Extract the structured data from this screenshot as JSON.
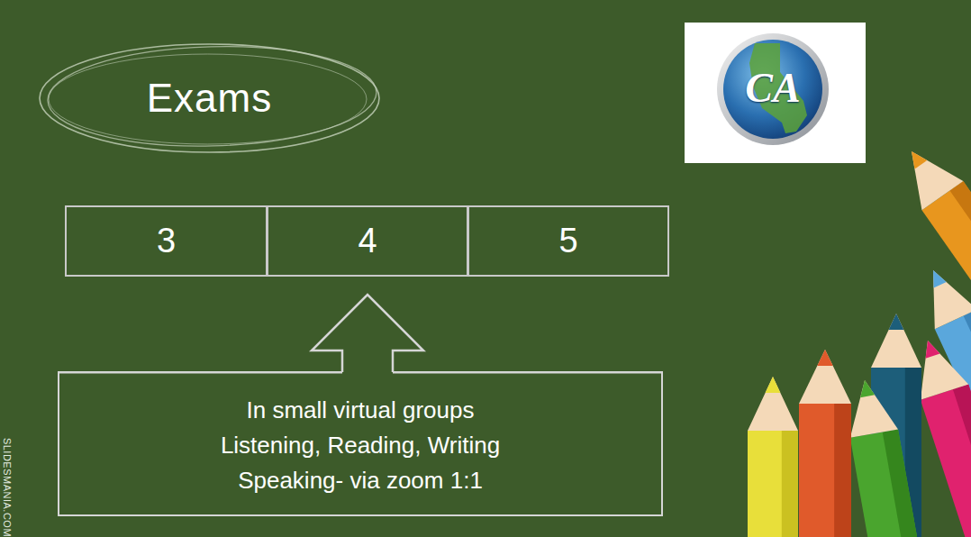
{
  "diagram": {
    "nodes": [
      {
        "text": [
          "Exams"
        ]
      },
      {
        "text": [
          "3"
        ]
      },
      {
        "text": [
          "4"
        ]
      },
      {
        "text": [
          "5"
        ]
      },
      {
        "text": [
          "In small virtual groups",
          "Listening, Reading, Writing",
          "Speaking- via zoom 1:1"
        ]
      }
    ],
    "edges": [
      {
        "from": 4,
        "to": 2,
        "arrow": "to"
      }
    ],
    "labels": [
      "CA",
      "SLIDESMANIA.COM"
    ]
  }
}
